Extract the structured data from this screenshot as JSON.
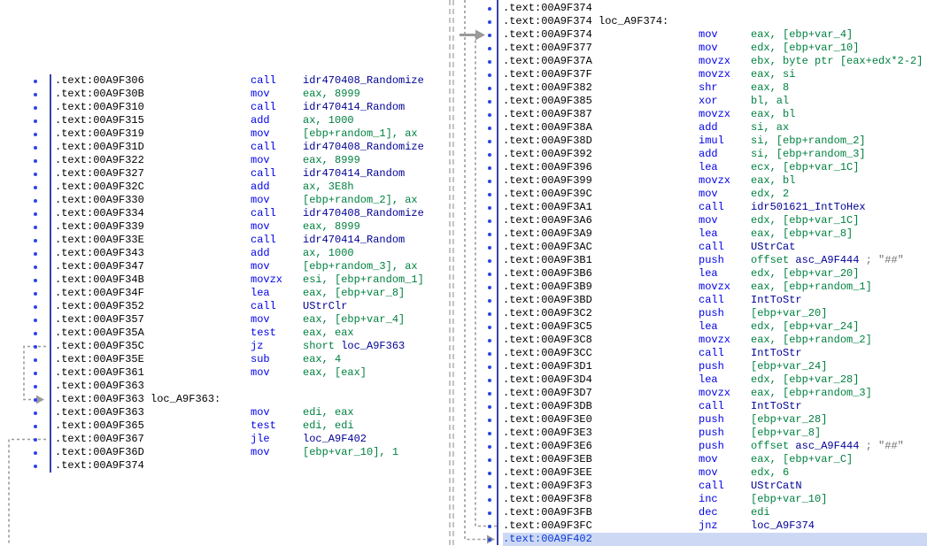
{
  "view": {
    "kind": "disassembly-listing",
    "segment": ".text"
  },
  "colors": {
    "address": "#000000",
    "mnemonic": "#0000e8",
    "operand": "#008040",
    "name": "#000096",
    "comment": "#707070",
    "label": "#000000",
    "dot": "#2a46e8",
    "gutter_line": "#3a43a8",
    "arrow": "#9a9a9a",
    "selected_bg": "#cdd9f4",
    "selected_text": "#0a3ad6"
  },
  "panes": [
    {
      "id": "left",
      "lines": [
        {
          "k": "i",
          "a": ".text:00A9F306",
          "m": "call",
          "o": [
            {
              "t": "n",
              "v": "idr470408_Randomize"
            }
          ]
        },
        {
          "k": "i",
          "a": ".text:00A9F30B",
          "m": "mov",
          "o": [
            {
              "t": "o",
              "v": "eax, 8999"
            }
          ]
        },
        {
          "k": "i",
          "a": ".text:00A9F310",
          "m": "call",
          "o": [
            {
              "t": "n",
              "v": "idr470414_Random"
            }
          ]
        },
        {
          "k": "i",
          "a": ".text:00A9F315",
          "m": "add",
          "o": [
            {
              "t": "o",
              "v": "ax, 1000"
            }
          ]
        },
        {
          "k": "i",
          "a": ".text:00A9F319",
          "m": "mov",
          "o": [
            {
              "t": "o",
              "v": "[ebp+random_1], ax"
            }
          ]
        },
        {
          "k": "i",
          "a": ".text:00A9F31D",
          "m": "call",
          "o": [
            {
              "t": "n",
              "v": "idr470408_Randomize"
            }
          ]
        },
        {
          "k": "i",
          "a": ".text:00A9F322",
          "m": "mov",
          "o": [
            {
              "t": "o",
              "v": "eax, 8999"
            }
          ]
        },
        {
          "k": "i",
          "a": ".text:00A9F327",
          "m": "call",
          "o": [
            {
              "t": "n",
              "v": "idr470414_Random"
            }
          ]
        },
        {
          "k": "i",
          "a": ".text:00A9F32C",
          "m": "add",
          "o": [
            {
              "t": "o",
              "v": "ax, 3E8h"
            }
          ]
        },
        {
          "k": "i",
          "a": ".text:00A9F330",
          "m": "mov",
          "o": [
            {
              "t": "o",
              "v": "[ebp+random_2], ax"
            }
          ]
        },
        {
          "k": "i",
          "a": ".text:00A9F334",
          "m": "call",
          "o": [
            {
              "t": "n",
              "v": "idr470408_Randomize"
            }
          ]
        },
        {
          "k": "i",
          "a": ".text:00A9F339",
          "m": "mov",
          "o": [
            {
              "t": "o",
              "v": "eax, 8999"
            }
          ]
        },
        {
          "k": "i",
          "a": ".text:00A9F33E",
          "m": "call",
          "o": [
            {
              "t": "n",
              "v": "idr470414_Random"
            }
          ]
        },
        {
          "k": "i",
          "a": ".text:00A9F343",
          "m": "add",
          "o": [
            {
              "t": "o",
              "v": "ax, 1000"
            }
          ]
        },
        {
          "k": "i",
          "a": ".text:00A9F347",
          "m": "mov",
          "o": [
            {
              "t": "o",
              "v": "[ebp+random_3], ax"
            }
          ]
        },
        {
          "k": "i",
          "a": ".text:00A9F34B",
          "m": "movzx",
          "o": [
            {
              "t": "o",
              "v": "esi, [ebp+random_1]"
            }
          ]
        },
        {
          "k": "i",
          "a": ".text:00A9F34F",
          "m": "lea",
          "o": [
            {
              "t": "o",
              "v": "eax, [ebp+var_8]"
            }
          ]
        },
        {
          "k": "i",
          "a": ".text:00A9F352",
          "m": "call",
          "o": [
            {
              "t": "n",
              "v": "UStrClr"
            }
          ]
        },
        {
          "k": "i",
          "a": ".text:00A9F357",
          "m": "mov",
          "o": [
            {
              "t": "o",
              "v": "eax, [ebp+var_4]"
            }
          ]
        },
        {
          "k": "i",
          "a": ".text:00A9F35A",
          "m": "test",
          "o": [
            {
              "t": "o",
              "v": "eax, eax"
            }
          ]
        },
        {
          "k": "i",
          "a": ".text:00A9F35C",
          "m": "jz",
          "o": [
            {
              "t": "o",
              "v": "short "
            },
            {
              "t": "n",
              "v": "loc_A9F363"
            }
          ]
        },
        {
          "k": "i",
          "a": ".text:00A9F35E",
          "m": "sub",
          "o": [
            {
              "t": "o",
              "v": "eax, 4"
            }
          ]
        },
        {
          "k": "i",
          "a": ".text:00A9F361",
          "m": "mov",
          "o": [
            {
              "t": "o",
              "v": "eax, [eax]"
            }
          ]
        },
        {
          "k": "a",
          "a": ".text:00A9F363"
        },
        {
          "k": "l",
          "a": ".text:00A9F363",
          "lbl": "loc_A9F363:"
        },
        {
          "k": "i",
          "a": ".text:00A9F363",
          "m": "mov",
          "o": [
            {
              "t": "o",
              "v": "edi, eax"
            }
          ]
        },
        {
          "k": "i",
          "a": ".text:00A9F365",
          "m": "test",
          "o": [
            {
              "t": "o",
              "v": "edi, edi"
            }
          ]
        },
        {
          "k": "i",
          "a": ".text:00A9F367",
          "m": "jle",
          "o": [
            {
              "t": "n",
              "v": "loc_A9F402"
            }
          ]
        },
        {
          "k": "i",
          "a": ".text:00A9F36D",
          "m": "mov",
          "o": [
            {
              "t": "o",
              "v": "[ebp+var_10], 1"
            }
          ]
        },
        {
          "k": "a",
          "a": ".text:00A9F374"
        }
      ],
      "arrows": [
        {
          "type": "jump-down",
          "from": 20,
          "to": 24,
          "lane": 1,
          "target": "loc_A9F363"
        },
        {
          "type": "exit-down",
          "from": 27,
          "lane": 0,
          "target": "loc_A9F402"
        }
      ]
    },
    {
      "id": "right",
      "lines": [
        {
          "k": "a",
          "a": ".text:00A9F374"
        },
        {
          "k": "l",
          "a": ".text:00A9F374",
          "lbl": "loc_A9F374:"
        },
        {
          "k": "i",
          "a": ".text:00A9F374",
          "m": "mov",
          "o": [
            {
              "t": "o",
              "v": "eax, [ebp+var_4]"
            }
          ]
        },
        {
          "k": "i",
          "a": ".text:00A9F377",
          "m": "mov",
          "o": [
            {
              "t": "o",
              "v": "edx, [ebp+var_10]"
            }
          ]
        },
        {
          "k": "i",
          "a": ".text:00A9F37A",
          "m": "movzx",
          "o": [
            {
              "t": "o",
              "v": "ebx, byte ptr [eax+edx*2-2]"
            }
          ]
        },
        {
          "k": "i",
          "a": ".text:00A9F37F",
          "m": "movzx",
          "o": [
            {
              "t": "o",
              "v": "eax, si"
            }
          ]
        },
        {
          "k": "i",
          "a": ".text:00A9F382",
          "m": "shr",
          "o": [
            {
              "t": "o",
              "v": "eax, 8"
            }
          ]
        },
        {
          "k": "i",
          "a": ".text:00A9F385",
          "m": "xor",
          "o": [
            {
              "t": "o",
              "v": "bl, al"
            }
          ]
        },
        {
          "k": "i",
          "a": ".text:00A9F387",
          "m": "movzx",
          "o": [
            {
              "t": "o",
              "v": "eax, bl"
            }
          ]
        },
        {
          "k": "i",
          "a": ".text:00A9F38A",
          "m": "add",
          "o": [
            {
              "t": "o",
              "v": "si, ax"
            }
          ]
        },
        {
          "k": "i",
          "a": ".text:00A9F38D",
          "m": "imul",
          "o": [
            {
              "t": "o",
              "v": "si, [ebp+random_2]"
            }
          ]
        },
        {
          "k": "i",
          "a": ".text:00A9F392",
          "m": "add",
          "o": [
            {
              "t": "o",
              "v": "si, [ebp+random_3]"
            }
          ]
        },
        {
          "k": "i",
          "a": ".text:00A9F396",
          "m": "lea",
          "o": [
            {
              "t": "o",
              "v": "ecx, [ebp+var_1C]"
            }
          ]
        },
        {
          "k": "i",
          "a": ".text:00A9F399",
          "m": "movzx",
          "o": [
            {
              "t": "o",
              "v": "eax, bl"
            }
          ]
        },
        {
          "k": "i",
          "a": ".text:00A9F39C",
          "m": "mov",
          "o": [
            {
              "t": "o",
              "v": "edx, 2"
            }
          ]
        },
        {
          "k": "i",
          "a": ".text:00A9F3A1",
          "m": "call",
          "o": [
            {
              "t": "n",
              "v": "idr501621_IntToHex"
            }
          ]
        },
        {
          "k": "i",
          "a": ".text:00A9F3A6",
          "m": "mov",
          "o": [
            {
              "t": "o",
              "v": "edx, [ebp+var_1C]"
            }
          ]
        },
        {
          "k": "i",
          "a": ".text:00A9F3A9",
          "m": "lea",
          "o": [
            {
              "t": "o",
              "v": "eax, [ebp+var_8]"
            }
          ]
        },
        {
          "k": "i",
          "a": ".text:00A9F3AC",
          "m": "call",
          "o": [
            {
              "t": "n",
              "v": "UStrCat"
            }
          ]
        },
        {
          "k": "i",
          "a": ".text:00A9F3B1",
          "m": "push",
          "o": [
            {
              "t": "o",
              "v": "offset "
            },
            {
              "t": "n",
              "v": "asc_A9F444"
            },
            {
              "t": "c",
              "v": " ; \"##\""
            }
          ]
        },
        {
          "k": "i",
          "a": ".text:00A9F3B6",
          "m": "lea",
          "o": [
            {
              "t": "o",
              "v": "edx, [ebp+var_20]"
            }
          ]
        },
        {
          "k": "i",
          "a": ".text:00A9F3B9",
          "m": "movzx",
          "o": [
            {
              "t": "o",
              "v": "eax, [ebp+random_1]"
            }
          ]
        },
        {
          "k": "i",
          "a": ".text:00A9F3BD",
          "m": "call",
          "o": [
            {
              "t": "n",
              "v": "IntToStr"
            }
          ]
        },
        {
          "k": "i",
          "a": ".text:00A9F3C2",
          "m": "push",
          "o": [
            {
              "t": "o",
              "v": "[ebp+var_20]"
            }
          ]
        },
        {
          "k": "i",
          "a": ".text:00A9F3C5",
          "m": "lea",
          "o": [
            {
              "t": "o",
              "v": "edx, [ebp+var_24]"
            }
          ]
        },
        {
          "k": "i",
          "a": ".text:00A9F3C8",
          "m": "movzx",
          "o": [
            {
              "t": "o",
              "v": "eax, [ebp+random_2]"
            }
          ]
        },
        {
          "k": "i",
          "a": ".text:00A9F3CC",
          "m": "call",
          "o": [
            {
              "t": "n",
              "v": "IntToStr"
            }
          ]
        },
        {
          "k": "i",
          "a": ".text:00A9F3D1",
          "m": "push",
          "o": [
            {
              "t": "o",
              "v": "[ebp+var_24]"
            }
          ]
        },
        {
          "k": "i",
          "a": ".text:00A9F3D4",
          "m": "lea",
          "o": [
            {
              "t": "o",
              "v": "edx, [ebp+var_28]"
            }
          ]
        },
        {
          "k": "i",
          "a": ".text:00A9F3D7",
          "m": "movzx",
          "o": [
            {
              "t": "o",
              "v": "eax, [ebp+random_3]"
            }
          ]
        },
        {
          "k": "i",
          "a": ".text:00A9F3DB",
          "m": "call",
          "o": [
            {
              "t": "n",
              "v": "IntToStr"
            }
          ]
        },
        {
          "k": "i",
          "a": ".text:00A9F3E0",
          "m": "push",
          "o": [
            {
              "t": "o",
              "v": "[ebp+var_28]"
            }
          ]
        },
        {
          "k": "i",
          "a": ".text:00A9F3E3",
          "m": "push",
          "o": [
            {
              "t": "o",
              "v": "[ebp+var_8]"
            }
          ]
        },
        {
          "k": "i",
          "a": ".text:00A9F3E6",
          "m": "push",
          "o": [
            {
              "t": "o",
              "v": "offset "
            },
            {
              "t": "n",
              "v": "asc_A9F444"
            },
            {
              "t": "c",
              "v": " ; \"##\""
            }
          ]
        },
        {
          "k": "i",
          "a": ".text:00A9F3EB",
          "m": "mov",
          "o": [
            {
              "t": "o",
              "v": "eax, [ebp+var_C]"
            }
          ]
        },
        {
          "k": "i",
          "a": ".text:00A9F3EE",
          "m": "mov",
          "o": [
            {
              "t": "o",
              "v": "edx, 6"
            }
          ]
        },
        {
          "k": "i",
          "a": ".text:00A9F3F3",
          "m": "call",
          "o": [
            {
              "t": "n",
              "v": "UStrCatN"
            }
          ]
        },
        {
          "k": "i",
          "a": ".text:00A9F3F8",
          "m": "inc",
          "o": [
            {
              "t": "o",
              "v": "[ebp+var_10]"
            }
          ]
        },
        {
          "k": "i",
          "a": ".text:00A9F3FB",
          "m": "dec",
          "o": [
            {
              "t": "o",
              "v": "edi"
            }
          ]
        },
        {
          "k": "i",
          "a": ".text:00A9F3FC",
          "m": "jnz",
          "o": [
            {
              "t": "n",
              "v": "loc_A9F374"
            }
          ]
        },
        {
          "k": "a",
          "a": ".text:00A9F402",
          "sel": true
        }
      ],
      "arrows": [
        {
          "type": "loop-up",
          "from": 39,
          "to": 2,
          "lane": 1,
          "target": "loc_A9F374"
        },
        {
          "type": "enter-top",
          "to": 40,
          "lane": 0,
          "target": "loc_A9F402"
        }
      ]
    }
  ]
}
